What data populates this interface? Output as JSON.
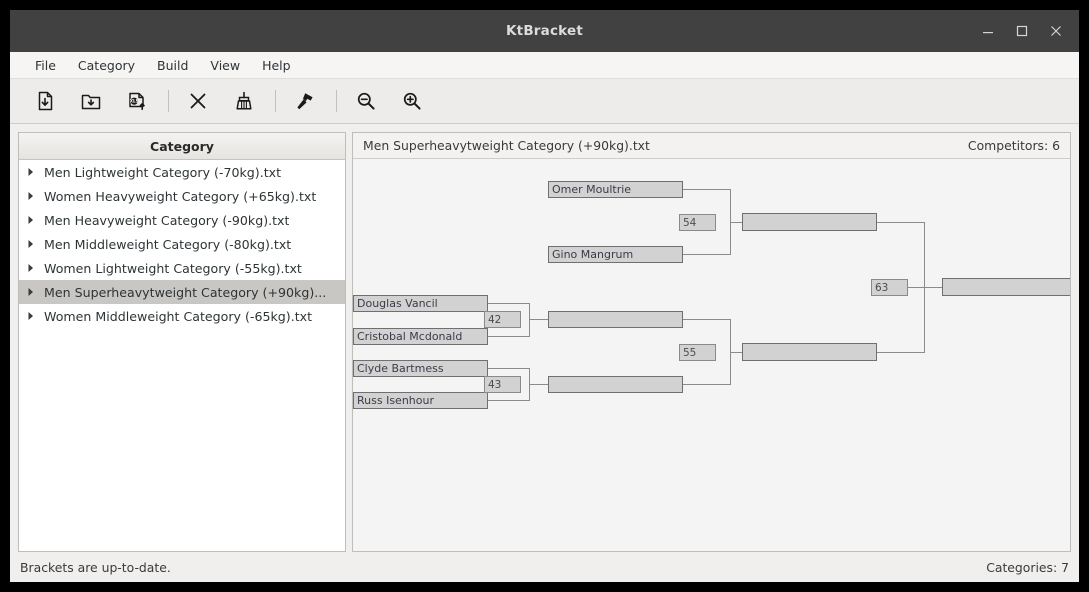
{
  "window": {
    "title": "KtBracket",
    "controls": {
      "minimize": "minimize-icon",
      "maximize": "maximize-icon",
      "close": "close-icon"
    }
  },
  "menubar": {
    "items": [
      {
        "label": "File"
      },
      {
        "label": "Category"
      },
      {
        "label": "Build"
      },
      {
        "label": "View"
      },
      {
        "label": "Help"
      }
    ]
  },
  "toolbar": {
    "buttons": [
      {
        "icon": "file-import-icon",
        "group": 0
      },
      {
        "icon": "folder-import-icon",
        "group": 0
      },
      {
        "icon": "xls-export-icon",
        "group": 0
      },
      {
        "icon": "close-x-icon",
        "group": 1
      },
      {
        "icon": "broom-clean-icon",
        "group": 1
      },
      {
        "icon": "hammer-build-icon",
        "group": 2
      },
      {
        "icon": "zoom-out-icon",
        "group": 3
      },
      {
        "icon": "zoom-in-icon",
        "group": 3
      }
    ]
  },
  "sidebar": {
    "header": "Category",
    "items": [
      {
        "label": "Men Lightweight Category (-70kg).txt",
        "selected": false
      },
      {
        "label": "Women Heavyweight Category (+65kg).txt",
        "selected": false
      },
      {
        "label": "Men Heavyweight Category (-90kg).txt",
        "selected": false
      },
      {
        "label": "Men Middleweight Category (-80kg).txt",
        "selected": false
      },
      {
        "label": "Women Lightweight Category (-55kg).txt",
        "selected": false
      },
      {
        "label": "Men Superheavytweight Category (+90kg)...",
        "selected": true
      },
      {
        "label": "Women Middleweight Category (-65kg).txt",
        "selected": false
      }
    ]
  },
  "main": {
    "header": {
      "title": "Men Superheavytweight Category (+90kg).txt",
      "competitors_label": "Competitors: 6"
    },
    "bracket": {
      "competitors": [
        {
          "name": "Omer Moultrie"
        },
        {
          "name": "Gino Mangrum"
        },
        {
          "name": "Douglas Vancil"
        },
        {
          "name": "Cristobal Mcdonald"
        },
        {
          "name": "Clyde Bartmess"
        },
        {
          "name": "Russ Isenhour"
        }
      ],
      "matches": [
        {
          "number": "42"
        },
        {
          "number": "43"
        },
        {
          "number": "54"
        },
        {
          "number": "55"
        },
        {
          "number": "63"
        }
      ],
      "empty_slots": 5
    }
  },
  "statusbar": {
    "message": "Brackets are up-to-date.",
    "categories_label": "Categories: 7"
  },
  "colors": {
    "titlebar_bg": "#414141",
    "canvas_bg": "#f4f4f4",
    "node_fill": "#d2d2d2",
    "node_border": "#6f6f6f",
    "selection": "#c9c7c4"
  }
}
